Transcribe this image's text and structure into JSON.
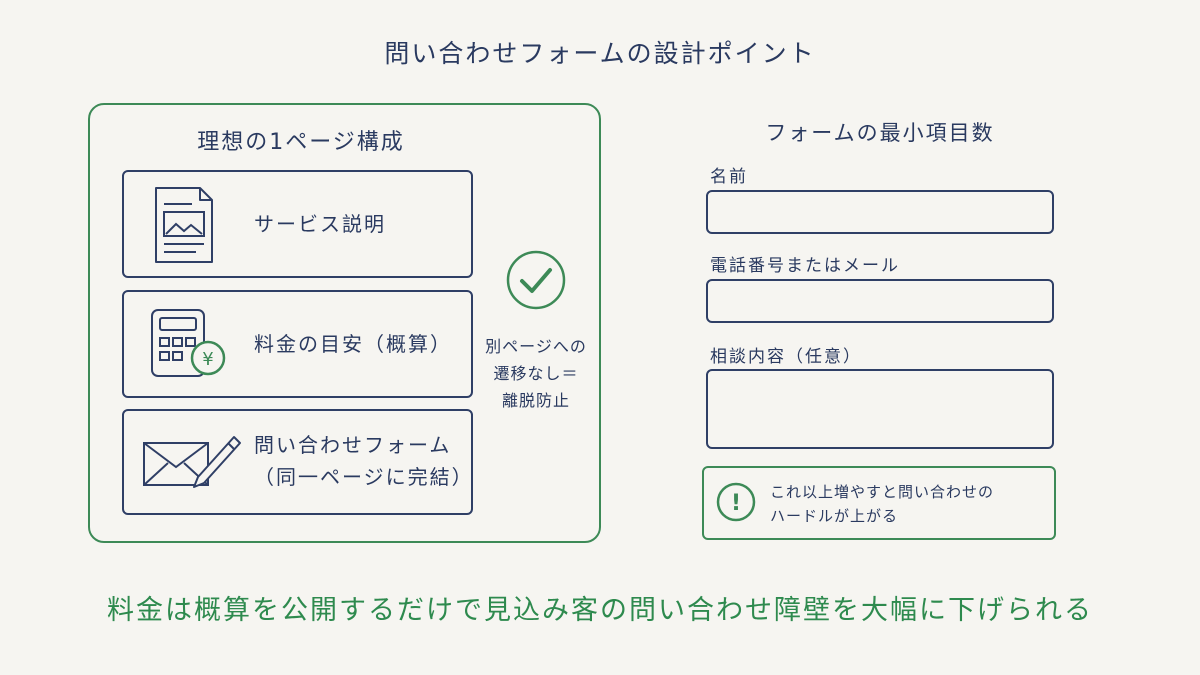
{
  "title": "問い合わせフォームの設計ポイント",
  "left": {
    "heading": "理想の1ページ構成",
    "cards": [
      {
        "label_lines": [
          "サービス説明"
        ]
      },
      {
        "label_lines": [
          "料金の目安（概算）"
        ]
      },
      {
        "label_lines": [
          "問い合わせフォーム",
          "（同一ページに完結）"
        ]
      }
    ],
    "yen_symbol": "¥",
    "side_note_lines": [
      "別ページへの",
      "遷移なし＝",
      "離脱防止"
    ]
  },
  "right": {
    "heading": "フォームの最小項目数",
    "fields": [
      {
        "label": "名前"
      },
      {
        "label": "電話番号またはメール"
      },
      {
        "label": "相談内容（任意）"
      }
    ],
    "warning_symbol": "!",
    "warning_lines": [
      "これ以上増やすと問い合わせの",
      "ハードルが上がる"
    ]
  },
  "bottom_message": "料金は概算を公開するだけで見込み客の問い合わせ障壁を大幅に下げられる",
  "colors": {
    "background": "#f6f5f1",
    "navy": "#2f3f66",
    "green": "#3d8a57",
    "bottom_text": "#2e8a4e"
  },
  "icons": {
    "card1": "document-image-icon",
    "card2": "calculator-yen-icon",
    "card3": "envelope-pencil-icon",
    "check": "check-circle-icon",
    "warning": "exclamation-circle-icon"
  }
}
